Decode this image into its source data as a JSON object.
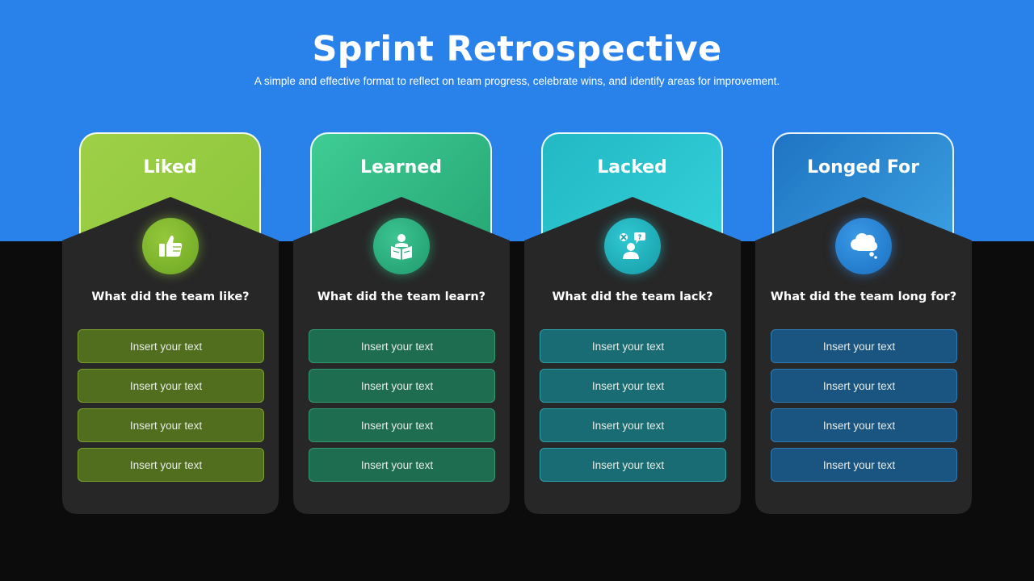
{
  "header": {
    "title": "Sprint Retrospective",
    "subtitle": "A simple and effective format to reflect on team progress, celebrate wins, and identify areas for improvement."
  },
  "columns": [
    {
      "title": "Liked",
      "icon": "thumbs-up-icon",
      "question": "What did the team like?",
      "items": [
        "Insert your text",
        "Insert your text",
        "Insert your text",
        "Insert your text"
      ],
      "color": "#8cc63c"
    },
    {
      "title": "Learned",
      "icon": "reading-person-icon",
      "question": "What did the team learn?",
      "items": [
        "Insert your text",
        "Insert your text",
        "Insert your text",
        "Insert your text"
      ],
      "color": "#2fb884"
    },
    {
      "title": "Lacked",
      "icon": "person-question-icon",
      "question": "What did the team lack?",
      "items": [
        "Insert your text",
        "Insert your text",
        "Insert your text",
        "Insert your text"
      ],
      "color": "#2ac4cf"
    },
    {
      "title": "Longed For",
      "icon": "thought-cloud-icon",
      "question": "What did the team long for?",
      "items": [
        "Insert your text",
        "Insert your text",
        "Insert your text",
        "Insert your text"
      ],
      "color": "#2a86d8"
    }
  ],
  "colors": {
    "top_band": "#2882ea",
    "background": "#0c0c0c",
    "panel": "#272727"
  }
}
